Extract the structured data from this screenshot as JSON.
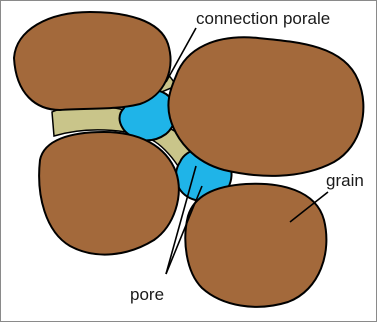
{
  "diagram": {
    "labels": {
      "connection": "connection porale",
      "grain": "grain",
      "pore": "pore"
    },
    "colors": {
      "grain": "#a3693b",
      "pore": "#1fb4e8",
      "connection": "#c9c58a",
      "outline": "#000000"
    }
  }
}
